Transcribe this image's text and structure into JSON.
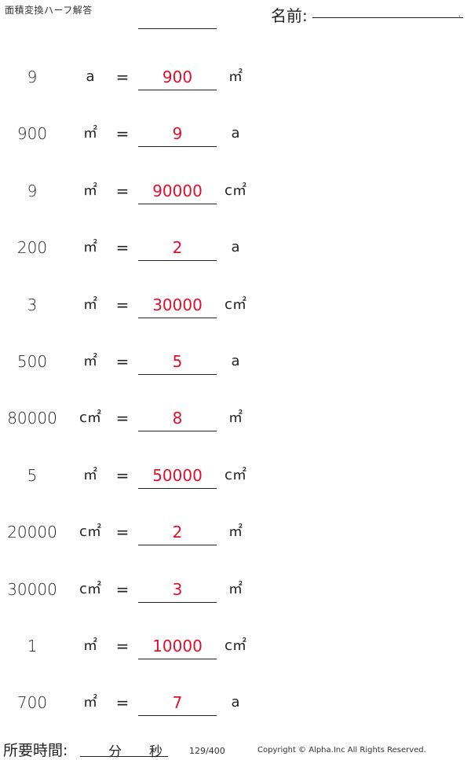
{
  "header": {
    "title": "面積変換ハーフ解答",
    "name_label": "名前:",
    "name_dot": "."
  },
  "rows": [
    {
      "value": "9",
      "unit": "a",
      "answer": "900",
      "target_unit": "㎡"
    },
    {
      "value": "900",
      "unit": "㎡",
      "answer": "9",
      "target_unit": "a"
    },
    {
      "value": "9",
      "unit": "㎡",
      "answer": "90000",
      "target_unit": "c㎡"
    },
    {
      "value": "200",
      "unit": "㎡",
      "answer": "2",
      "target_unit": "a"
    },
    {
      "value": "3",
      "unit": "㎡",
      "answer": "30000",
      "target_unit": "c㎡"
    },
    {
      "value": "500",
      "unit": "㎡",
      "answer": "5",
      "target_unit": "a"
    },
    {
      "value": "80000",
      "unit": "c㎡",
      "answer": "8",
      "target_unit": "㎡"
    },
    {
      "value": "5",
      "unit": "㎡",
      "answer": "50000",
      "target_unit": "c㎡"
    },
    {
      "value": "20000",
      "unit": "c㎡",
      "answer": "2",
      "target_unit": "㎡"
    },
    {
      "value": "30000",
      "unit": "c㎡",
      "answer": "3",
      "target_unit": "㎡"
    },
    {
      "value": "1",
      "unit": "㎡",
      "answer": "10000",
      "target_unit": "c㎡"
    },
    {
      "value": "700",
      "unit": "㎡",
      "answer": "7",
      "target_unit": "a"
    }
  ],
  "equals_sign": "=",
  "footer": {
    "time_label": "所要時間:",
    "minutes_label": "分",
    "seconds_label": "秒",
    "page": "129/400",
    "copyright": "Copyright © Alpha.Inc All Rights Reserved."
  },
  "colors": {
    "answer": "#e0102a",
    "text": "#222222"
  }
}
